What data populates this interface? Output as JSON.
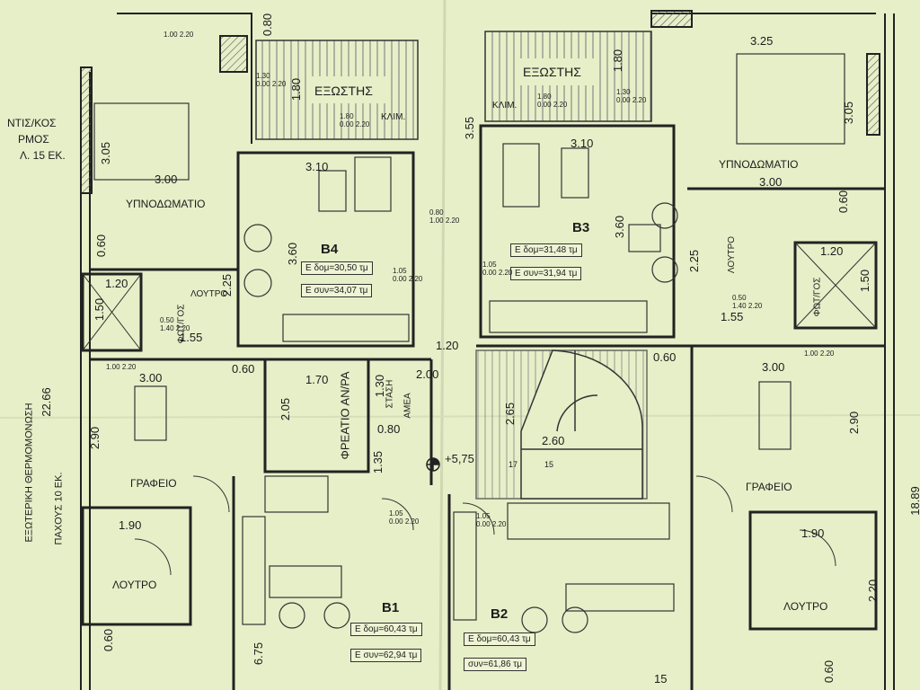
{
  "labels": {
    "balcony": "ΕΞΩΣΤΗΣ",
    "bedroom": "ΥΠΝΟΔΩΜΑΤΙΟ",
    "bathroom": "ΛΟΥΤΡΟ",
    "office": "ΓΡΑΦΕΙΟ",
    "skylight": "ΦΩΤ/ΓΟΣ",
    "shaft": "ΦΡΕΑΤΙΟ ΑΝ/ΡΑ",
    "stop": "ΣΤΑΣΗ",
    "amea": "ΑΜΕΑ",
    "klim": "ΚΛΙΜ.",
    "insulation": "ΕΞΩΤΕΡΙΚΗ ΘΕΡΜΟΜΟΝΩΣΗ",
    "thickness": "ΠΑΧΟΥΣ 10 ΕΚ.",
    "left_note1": "ΝΤΙΣ/ΚΟΣ",
    "left_note2": "ΡΜΟΣ",
    "left_note3": "Λ. 15 ΕΚ.",
    "level": "+5,75"
  },
  "units": {
    "b4": {
      "name": "B4",
      "area_dom": "Ε δομ=30,50 τμ",
      "area_syn": "Ε συν=34,07 τμ"
    },
    "b3": {
      "name": "B3",
      "area_dom": "Ε δομ=31,48 τμ",
      "area_syn": "Ε συν=31,94 τμ"
    },
    "b1": {
      "name": "B1",
      "area_dom": "Ε δομ=60,43 τμ",
      "area_syn": "Ε συν=62,94 τμ"
    },
    "b2": {
      "name": "B2",
      "area_dom": "Ε δομ=60,43 τμ",
      "area_syn": "συν=61,86 τμ"
    }
  },
  "dims": {
    "d080": "0.80",
    "d325": "3.25",
    "d180": "1.80",
    "d355": "3.55",
    "d310": "3.10",
    "d305": "3.05",
    "d300": "3.00",
    "d360": "3.60",
    "d060": "0.60",
    "d225": "2.25",
    "d155": "1.55",
    "d120": "1.20",
    "d150": "1.50",
    "d170": "1.70",
    "d205": "2.05",
    "d130": "1.30",
    "d200": "2.00",
    "d265": "2.65",
    "d260": "2.60",
    "d290": "2.90",
    "d135": "1.35",
    "d190": "1.90",
    "d220": "2.20",
    "d675": "6.75",
    "d2266": "22.66",
    "d1889": "18.89",
    "d15": "15",
    "d17": "17"
  },
  "openings": {
    "o100": "1.00",
    "o220": "2.20",
    "o130": "1.30",
    "o000": "0.00",
    "o180": "1.80",
    "o080": "0.80",
    "o105": "1.05",
    "o050": "0.50",
    "o140": "1.40"
  }
}
